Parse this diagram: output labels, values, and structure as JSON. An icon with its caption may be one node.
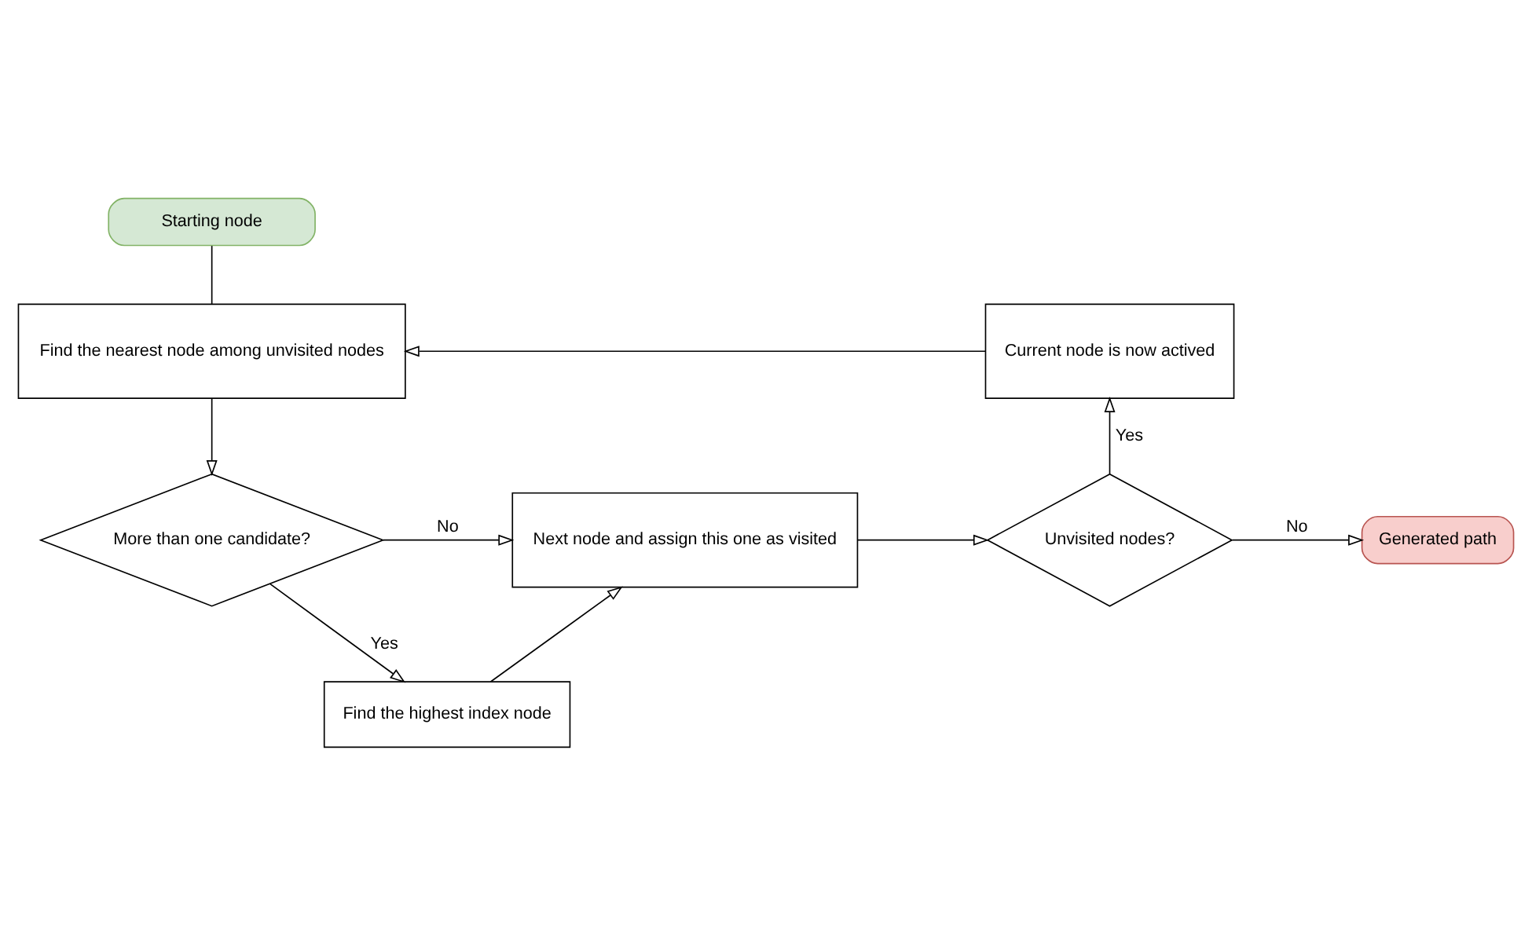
{
  "diagram": {
    "nodes": [
      {
        "text": [
          "Starting node"
        ]
      },
      {
        "text": [
          "Find the nearest node among unvisited nodes"
        ]
      },
      {
        "text": [
          "More than one candidate?"
        ]
      },
      {
        "text": [
          "Next node and assign this one as visited"
        ]
      },
      {
        "text": [
          "Unvisited nodes?"
        ]
      },
      {
        "text": [
          "Current node is now actived"
        ]
      },
      {
        "text": [
          "Generated path"
        ]
      },
      {
        "text": [
          "Find the highest index node"
        ]
      }
    ],
    "edges": [
      {
        "from": 0,
        "to": 1,
        "arrow": "none"
      },
      {
        "from": 1,
        "to": 2,
        "arrow": "to"
      },
      {
        "from": 2,
        "to": 3,
        "arrow": "to",
        "label": "No"
      },
      {
        "from": 2,
        "to": 7,
        "arrow": "to",
        "label": "Yes"
      },
      {
        "from": 7,
        "to": 3,
        "arrow": "to"
      },
      {
        "from": 3,
        "to": 4,
        "arrow": "to"
      },
      {
        "from": 4,
        "to": 5,
        "arrow": "to",
        "label": "Yes"
      },
      {
        "from": 4,
        "to": 6,
        "arrow": "to",
        "label": "No"
      },
      {
        "from": 5,
        "to": 1,
        "arrow": "to"
      }
    ]
  }
}
